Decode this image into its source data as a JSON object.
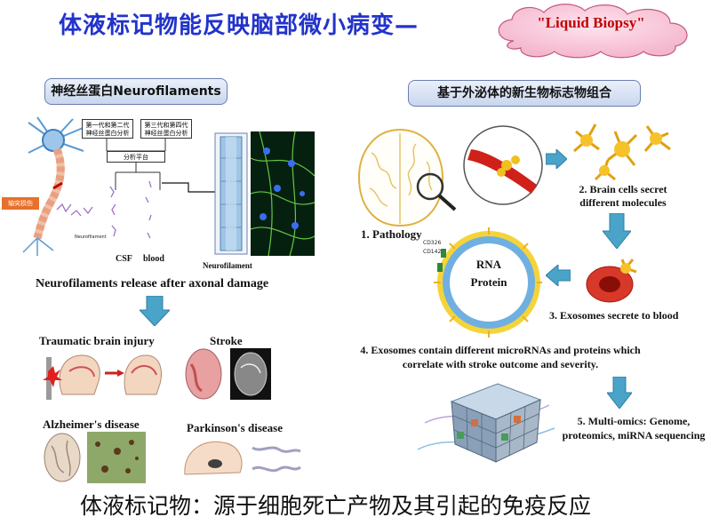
{
  "header": {
    "title": "体液标记物能反映脑部微小病变—",
    "cloud_label": "\"Liquid Biopsy\""
  },
  "left": {
    "header_pill": "神经丝蛋白Neurofilaments",
    "box_gen2": "第一代和第二代 神经丝蛋白分析",
    "box_gen3": "第三代和第四代 神经丝蛋白分析",
    "box_platform": "分析平台",
    "axon_tag": "轴突损伤",
    "neuro_small": "Neurofilament",
    "csf_label": "CSF",
    "blood_label": "blood",
    "neurofilament_label": "Neurofilament",
    "release_text": "Neurofilaments release after axonal damage",
    "tbi": "Traumatic brain injury",
    "stroke": "Stroke",
    "alzheimer": "Alzheimer's disease",
    "parkinson": "Parkinson's disease"
  },
  "right": {
    "header_pill": "基于外泌体的新生物标志物组合",
    "step1": "1.  Pathology",
    "step2": "2. Brain cells secret different molecules",
    "step3": "3. Exosomes secrete to blood",
    "step4": "4. Exosomes contain different microRNAs and proteins which correlate with stroke outcome and severity.",
    "step5": "5. Multi-omics: Genome, proteomics, miRNA sequencing",
    "exosome_line1": "RNA",
    "exosome_line2": "Protein",
    "cd_marker1": "CD326",
    "cd_marker2": "CD142"
  },
  "footer": {
    "text": "体液标记物：源于细胞死亡产物及其引起的免疫反应"
  },
  "colors": {
    "title": "#2233cc",
    "cloud_text": "#c00000",
    "arrow": "#4aa3c8"
  }
}
